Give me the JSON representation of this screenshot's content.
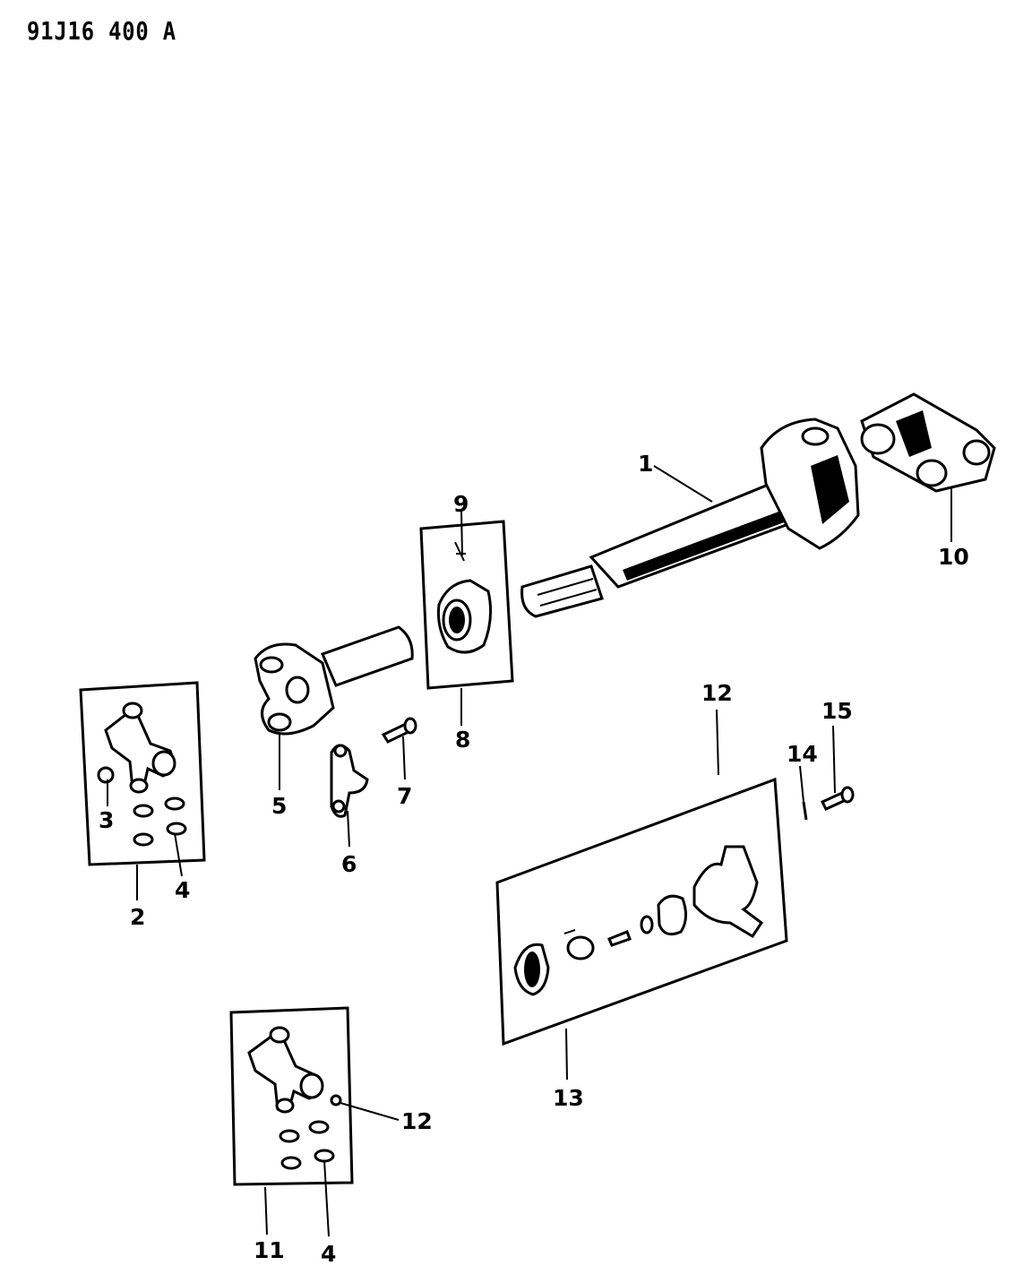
{
  "diagram": {
    "drawing_code": "91J16 400 A",
    "callouts": [
      "1",
      "2",
      "3",
      "4",
      "5",
      "6",
      "7",
      "8",
      "9",
      "10",
      "11",
      "12",
      "13",
      "14",
      "15"
    ]
  }
}
